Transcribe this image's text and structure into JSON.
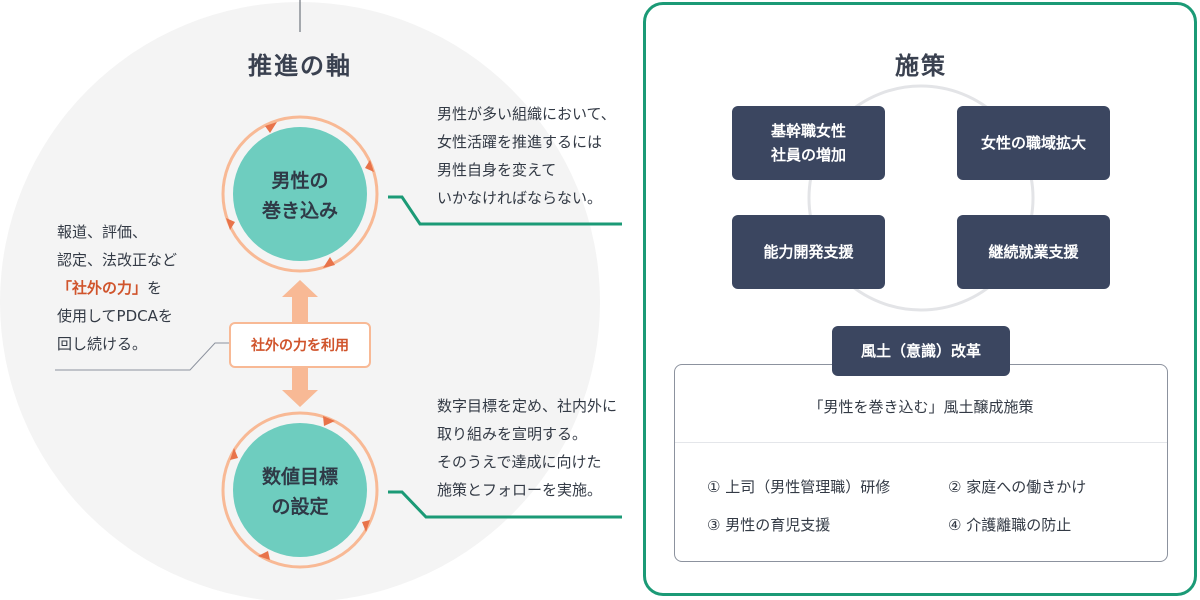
{
  "left": {
    "title": "推進の軸",
    "circle_top_lines": [
      "男性の",
      "巻き込み"
    ],
    "circle_bottom_lines": [
      "数値目標",
      "の設定"
    ],
    "center_label": "社外の力を利用",
    "left_note": {
      "line1": "報道、評価、",
      "line2": "認定、法改正など",
      "highlight": "「社外の力」",
      "line3_suffix": "を",
      "line4": "使用してPDCAを",
      "line5": "回し続ける。"
    },
    "desc_top": [
      "男性が多い組織において、",
      "女性活躍を推進するには",
      "男性自身を変えて",
      "いかなければならない。"
    ],
    "desc_bottom": [
      "数字目標を定め、社内外に",
      "取り組みを宣明する。",
      "そのうえで達成に向けた",
      "施策とフォローを実施。"
    ]
  },
  "right": {
    "title": "施策",
    "measures": [
      [
        "基幹職女性",
        "社員の増加"
      ],
      [
        "女性の職域拡大"
      ],
      [
        "能力開発支援"
      ],
      [
        "継続就業支援"
      ]
    ],
    "culture_label": "風土（意識）改革",
    "detail_title": "「男性を巻き込む」風土醸成施策",
    "detail_items": [
      "① 上司（男性管理職）研修",
      "② 家庭への働きかけ",
      "③ 男性の育児支援",
      "④ 介護離職の防止"
    ]
  },
  "colors": {
    "teal_circle": "#6ecdbf",
    "orange_ring": "#f8b995",
    "green_accent": "#1b9a76",
    "navy_box": "#3b4660",
    "red_text": "#d0542c",
    "bg_circle": "#f4f4f4"
  }
}
